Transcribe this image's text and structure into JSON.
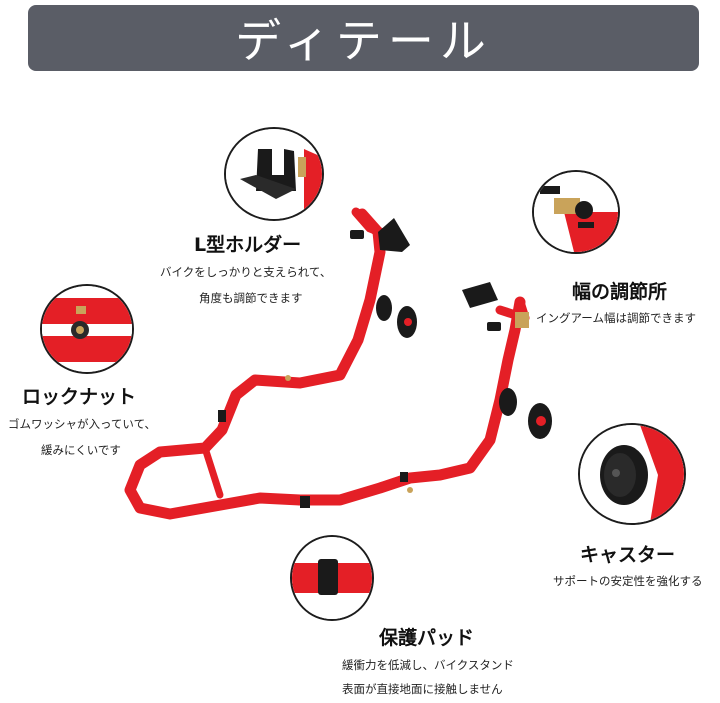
{
  "header": {
    "title": "ディテール",
    "background_color": "#5a5d66"
  },
  "colors": {
    "frame_red": "#e41f26",
    "rubber_black": "#1a1a1a",
    "brass": "#c9a35a"
  },
  "features": {
    "holder": {
      "title": "L型ホルダー",
      "desc_lines": [
        "バイクをしっかりと支えられて、",
        "角度も調節できます"
      ],
      "icon": "l-holder-icon"
    },
    "width": {
      "title": "幅の調節所",
      "desc_lines": [
        "イングアーム幅は調節できます"
      ],
      "icon": "width-knob-icon"
    },
    "locknut": {
      "title": "ロックナット",
      "desc_lines": [
        "ゴムワッシャが入っていて、",
        "緩みにくいです"
      ],
      "icon": "lock-nut-icon"
    },
    "caster": {
      "title": "キャスター",
      "desc_lines": [
        "サポートの安定性を強化する"
      ],
      "icon": "caster-wheel-icon"
    },
    "pad": {
      "title": "保護パッド",
      "desc_lines": [
        "緩衝力を低減し、バイクスタンド",
        "表面が直接地面に接触しません"
      ],
      "icon": "rubber-pad-icon"
    }
  }
}
